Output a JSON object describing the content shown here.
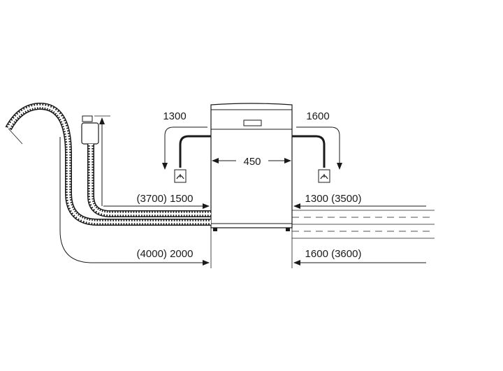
{
  "labels": {
    "left_hose_reach": "1300",
    "right_hose_reach": "1600",
    "width": "450",
    "left_inlet_length": "(3700) 1500",
    "right_inlet_length": "1300 (3500)",
    "left_drain_length": "(4000) 2000",
    "right_drain_length": "1600 (3600)"
  },
  "colors": {
    "line": "#1a1a1a",
    "background": "#ffffff"
  },
  "icons": {
    "faucet": "tap-outlet-icon",
    "arrow": "dimension-arrow-icon"
  }
}
